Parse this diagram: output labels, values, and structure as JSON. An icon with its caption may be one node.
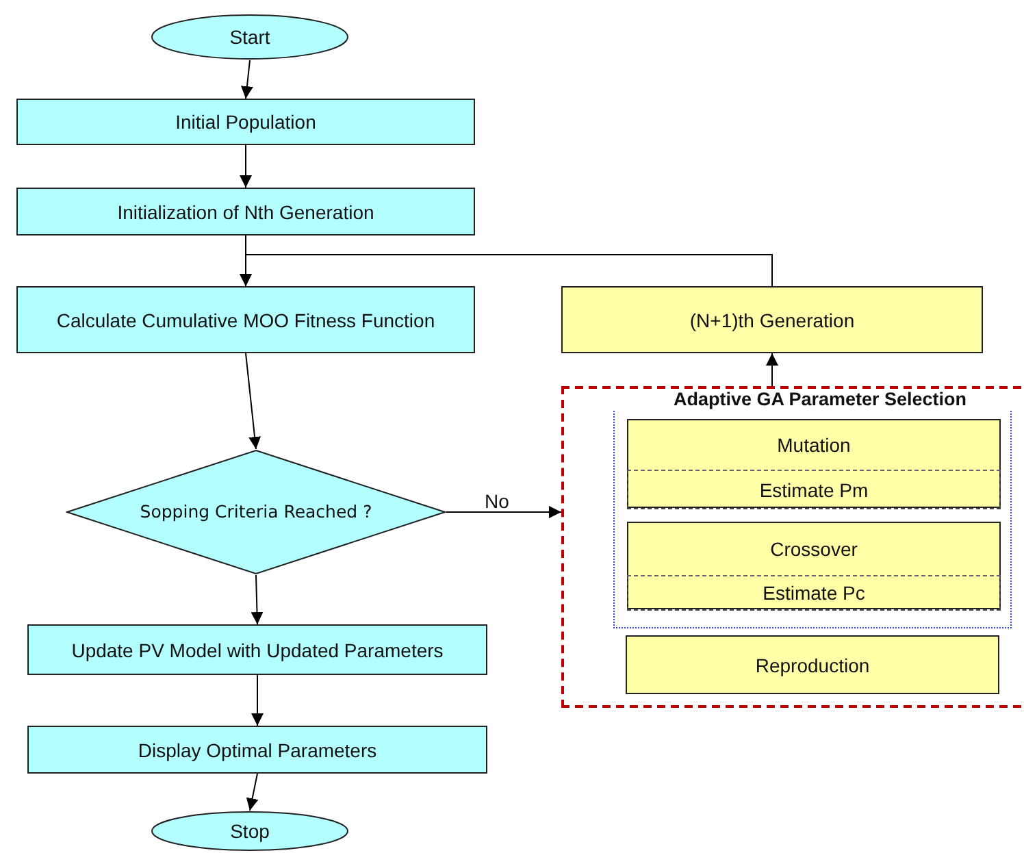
{
  "diagram": {
    "nodes": [
      {
        "text": [
          "Start"
        ]
      },
      {
        "text": [
          "Initial Population"
        ]
      },
      {
        "text": [
          "Initialization of Nth Generation"
        ]
      },
      {
        "text": [
          "Calculate Cumulative MOO Fitness Function"
        ]
      },
      {
        "text": [
          "Sopping Criteria Reached ?"
        ]
      },
      {
        "text": [
          "Update PV Model with Updated Parameters"
        ]
      },
      {
        "text": [
          "Display Optimal Parameters"
        ]
      },
      {
        "text": [
          "Stop"
        ]
      },
      {
        "text": [
          "(N+1)th Generation"
        ]
      },
      {
        "text": [],
        "shape": "box"
      },
      {
        "text": [
          "Adaptive GA Parameter Selection"
        ],
        "in": 9
      },
      {
        "text": [
          "Mutation"
        ],
        "in": 10
      },
      {
        "text": [
          "Estimate Pm"
        ],
        "in": 11
      },
      {
        "text": [
          "Crossover"
        ],
        "in": 10
      },
      {
        "text": [
          "Estimate Pc"
        ],
        "in": 13
      },
      {
        "text": [
          "Reproduction"
        ],
        "in": 9
      }
    ],
    "edges": [
      {
        "from": 0,
        "to": 1,
        "arrow": "to"
      },
      {
        "from": 1,
        "to": 2,
        "arrow": "to"
      },
      {
        "from": 2,
        "to": 3,
        "arrow": "to"
      },
      {
        "from": 3,
        "to": 4,
        "arrow": "to"
      },
      {
        "from": 4,
        "to": 5,
        "arrow": "to"
      },
      {
        "from": 5,
        "to": 6,
        "arrow": "to"
      },
      {
        "from": 6,
        "to": 7,
        "arrow": "to"
      },
      {
        "from": 4,
        "to": 9,
        "label": "No",
        "arrow": "to"
      },
      {
        "from": 9,
        "to": 8,
        "arrow": "to"
      },
      {
        "from": 8,
        "to": 3,
        "arrow": "to"
      }
    ]
  }
}
